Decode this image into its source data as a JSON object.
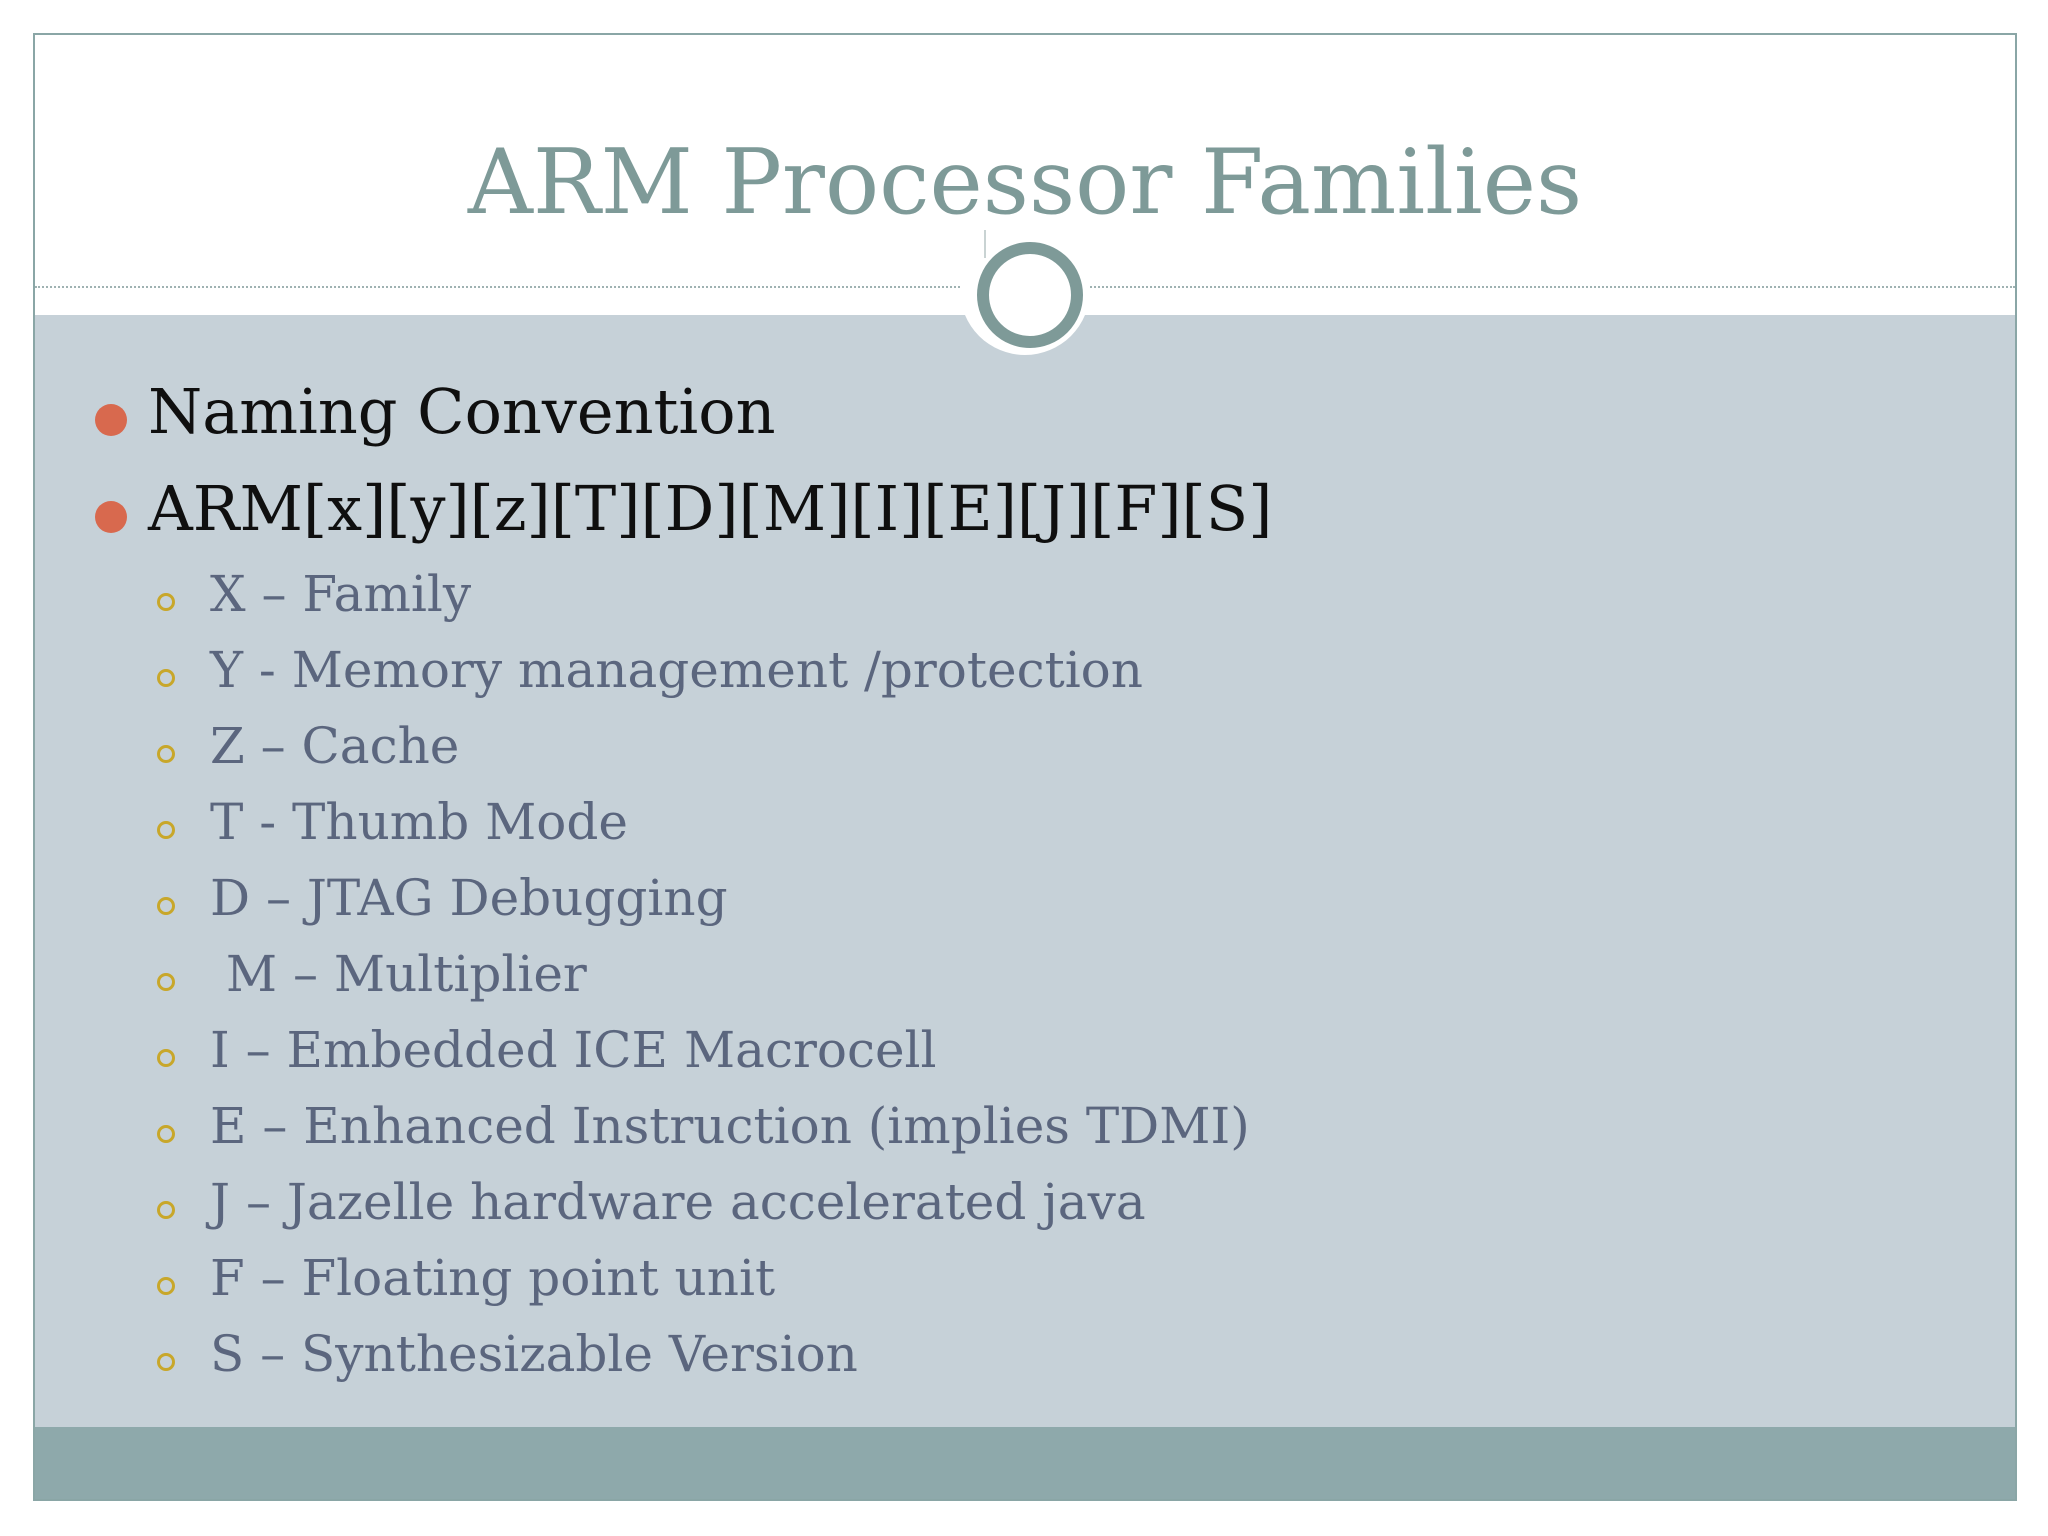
{
  "slide": {
    "title": "ARM Processor Families",
    "bullets": [
      {
        "text": "Naming Convention"
      },
      {
        "text": "ARM[x][y][z][T][D][M][I][E][J][F][S]"
      }
    ],
    "sub_bullets": [
      {
        "text": "X – Family"
      },
      {
        "text": "Y - Memory management /protection"
      },
      {
        "text": "Z – Cache"
      },
      {
        "text": "T  - Thumb Mode"
      },
      {
        "text": "D – JTAG Debugging"
      },
      {
        "text": " M – Multiplier"
      },
      {
        "text": "I – Embedded ICE Macrocell"
      },
      {
        "text": "E – Enhanced Instruction (implies TDMI)"
      },
      {
        "text": "J – Jazelle hardware accelerated java"
      },
      {
        "text": "F – Floating point unit"
      },
      {
        "text": "S – Synthesizable Version"
      }
    ]
  },
  "colors": {
    "title": "#7e9a98",
    "content_background": "#c6d1d8",
    "footer_band": "#8ea9ab",
    "level1_bullet": "#d8694e",
    "level2_bullet": "#c8a72a",
    "level1_text": "#0f0f0f",
    "level2_text": "#5b667e"
  }
}
